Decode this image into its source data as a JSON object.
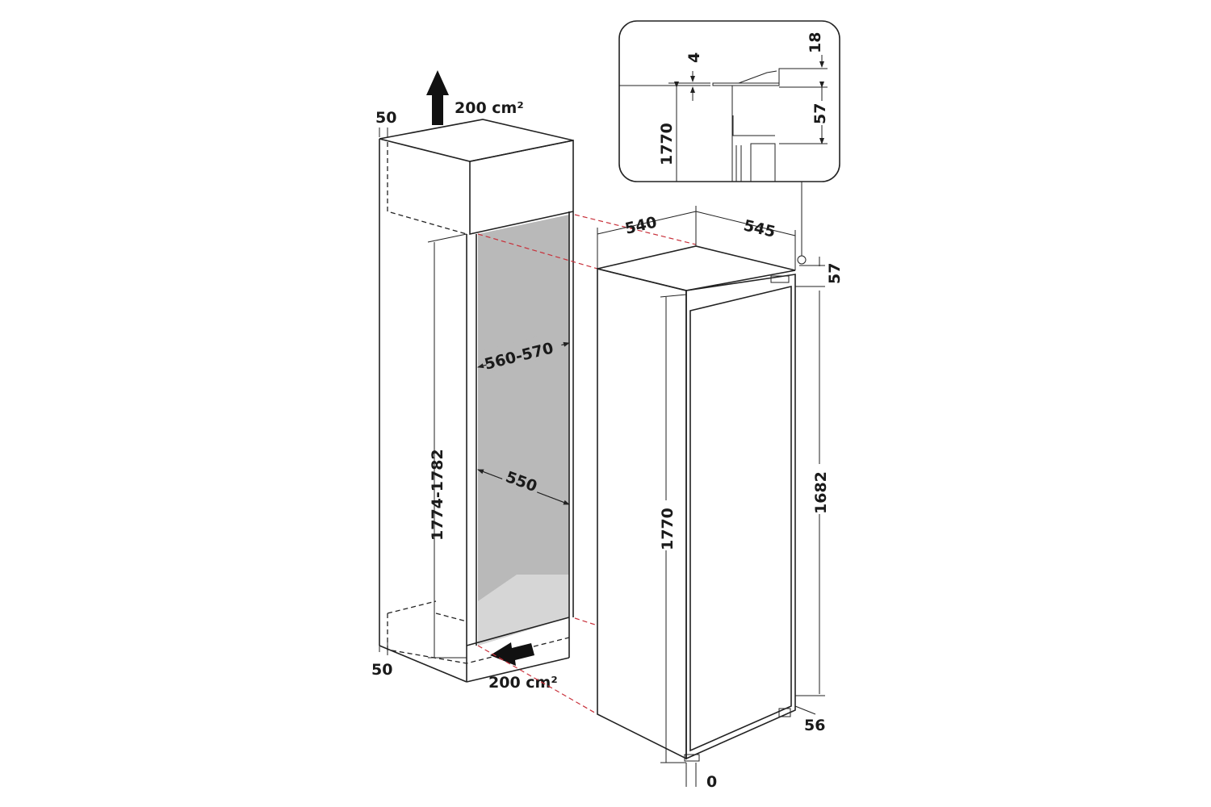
{
  "colors": {
    "line": "#222222",
    "niche": "#b9b9b9",
    "floor": "#d6d6d6",
    "guide": "#c8303a"
  },
  "cabinet": {
    "top_gap": "50",
    "bottom_gap": "50",
    "top_vent": "200 cm²",
    "bottom_vent": "200 cm²",
    "niche_height": "1774-1782",
    "niche_width": "560-570",
    "niche_depth": "550"
  },
  "appliance": {
    "depth": "540",
    "width": "545",
    "top_offset": "57",
    "height": "1770",
    "door_height": "1682",
    "bottom_offset": "56",
    "foot_offset": "0"
  },
  "detail": {
    "gap_top": "4",
    "panel_thickness": "18",
    "height": "1770",
    "hinge_offset": "57"
  }
}
